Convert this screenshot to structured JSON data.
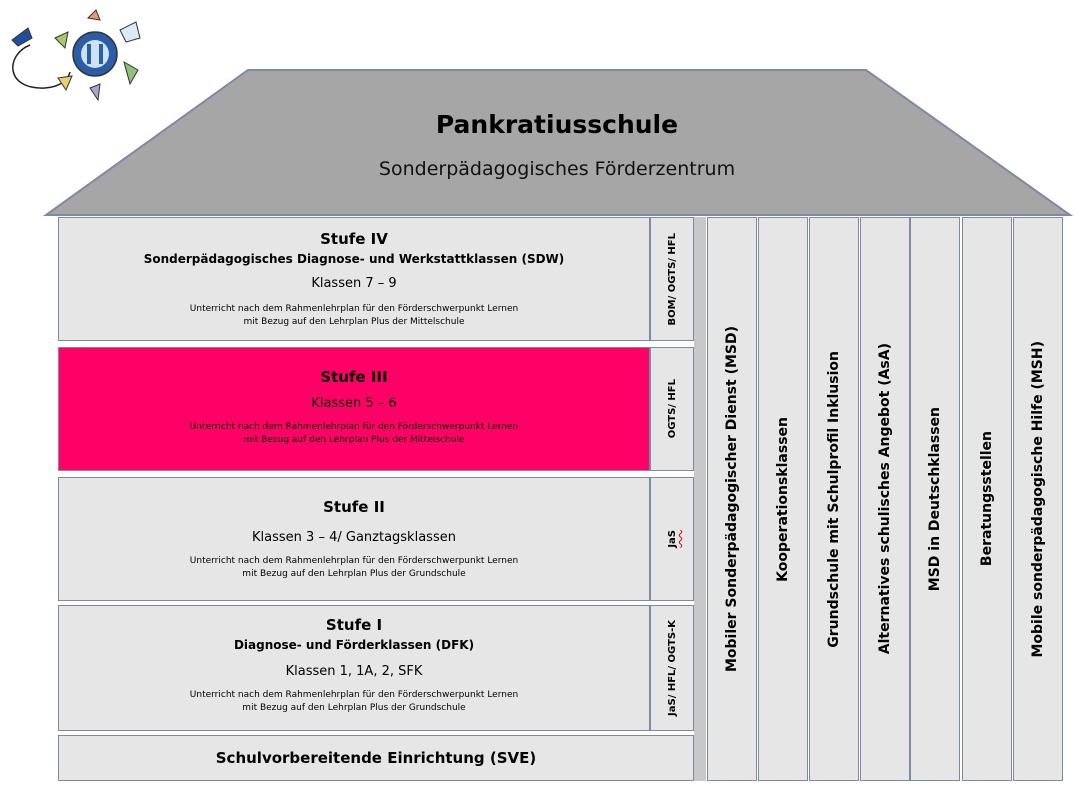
{
  "title": "Pankratiusschule",
  "subtitle": "Sonderpädagogisches Förderzentrum",
  "levels": [
    {
      "title": "Stufe IV",
      "subtitle": "Sonderpädagogisches Diagnose- und Werkstattklassen (SDW)",
      "classes": "Klassen 7 – 9",
      "note_line1": "Unterricht nach dem Rahmenlehrplan für den Förderschwerpunkt Lernen",
      "note_line2": "mit Bezug auf den Lehrplan Plus der Mittelschule",
      "side_label": "BOM/ OGTS/ HFL"
    },
    {
      "title": "Stufe III",
      "classes": "Klassen 5 – 6",
      "note_line1": "Unterricht nach dem Rahmenlehrplan für den Förderschwerpunkt Lernen",
      "note_line2": "mit Bezug auf den Lehrplan Plus der Mittelschule",
      "side_label": "OGTS/ HFL",
      "highlight_color": "#ff0066"
    },
    {
      "title": "Stufe II",
      "classes": "Klassen 3 – 4/ Ganztagsklassen",
      "note_line1": "Unterricht nach dem Rahmenlehrplan für den Förderschwerpunkt Lernen",
      "note_line2": "mit Bezug auf den Lehrplan Plus der Grundschule",
      "side_label": "JaS"
    },
    {
      "title": "Stufe I",
      "subtitle": "Diagnose- und Förderklassen (DFK)",
      "classes": "Klassen 1, 1A, 2, SFK",
      "note_line1": "Unterricht nach dem Rahmenlehrplan für den Förderschwerpunkt Lernen",
      "note_line2": "mit Bezug auf den Lehrplan Plus der Grundschule",
      "side_label": "JaS/ HFL/ OGTS-K"
    }
  ],
  "base": "Schulvorbereitende Einrichtung (SVE)",
  "columns": [
    "Mobiler Sonderpädagogischer Dienst (MSD)",
    "Kooperationsklassen",
    "Grundschule mit Schulprofil Inklusion",
    "Alternatives schulisches Angebot (AsA)",
    "MSD in Deutschklassen",
    "Beratungsstellen",
    "Mobile sonderpädagogische Hilfe (MSH)"
  ],
  "colors": {
    "roof": "#a6a6a6",
    "box": "#e6e6e6",
    "border": "#7a8aa8",
    "highlight": "#ff0066"
  }
}
